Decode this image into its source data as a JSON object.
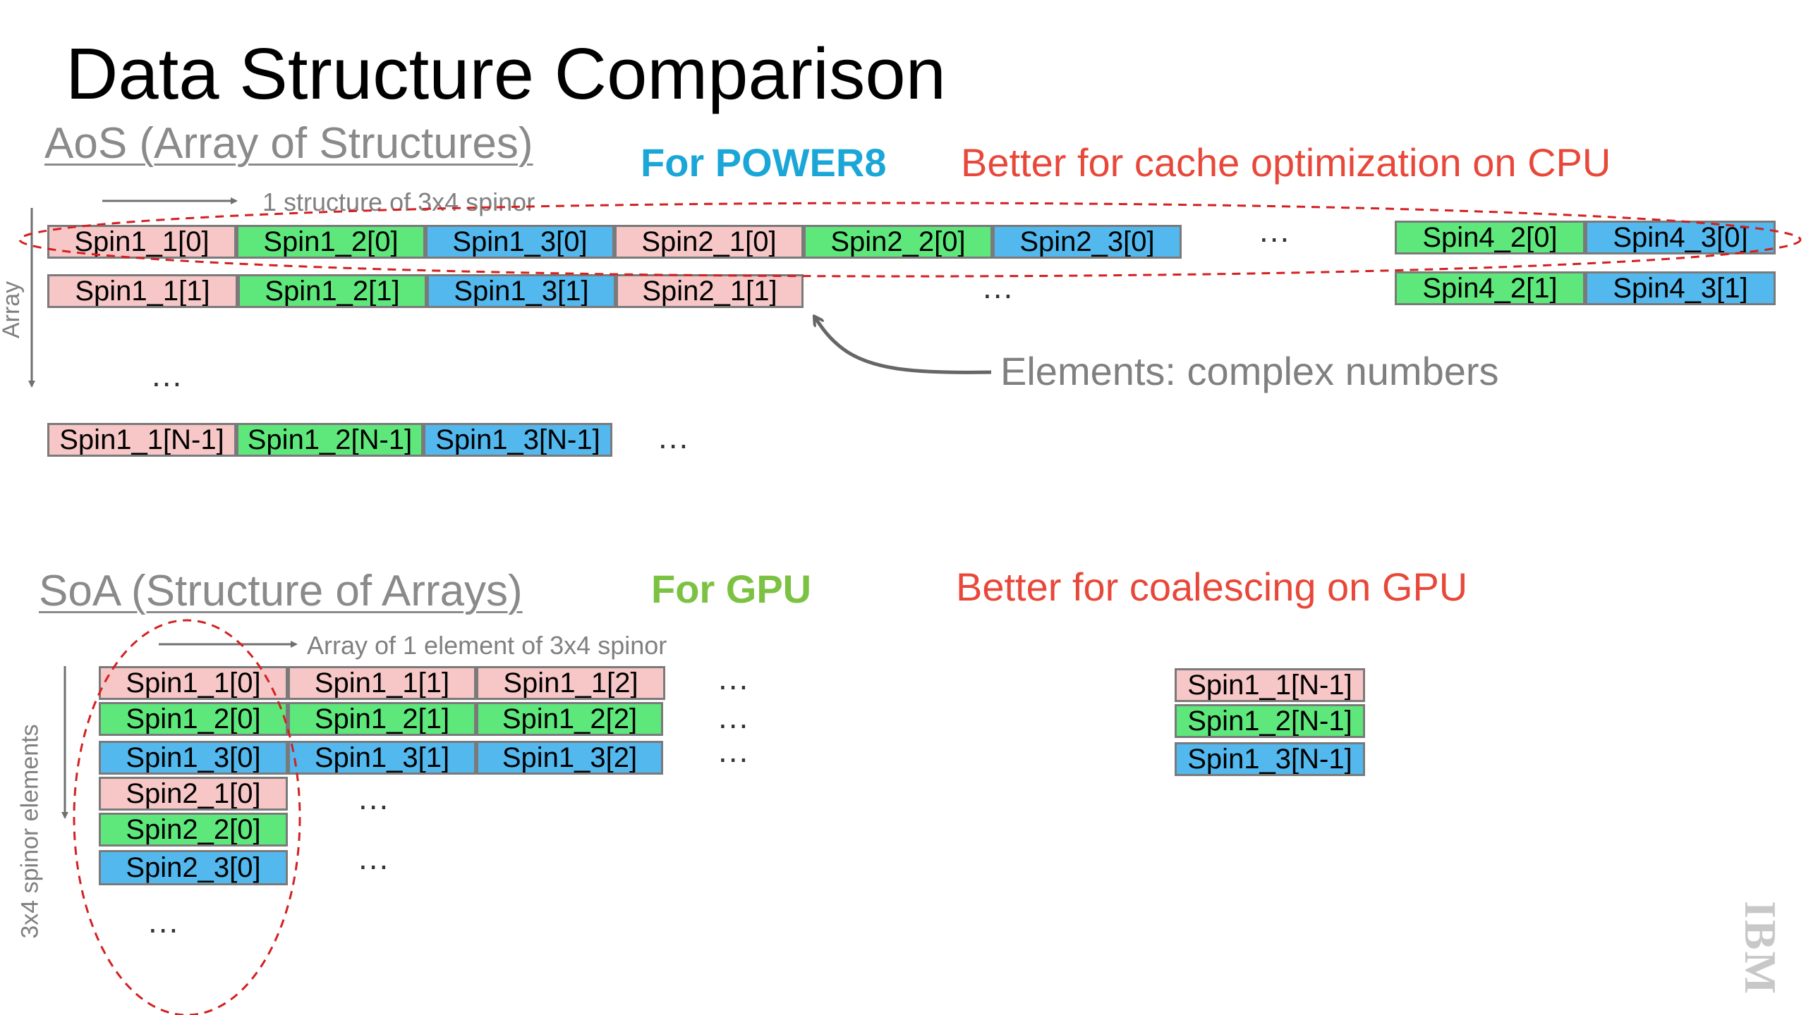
{
  "title": "Data Structure Comparison",
  "aos": {
    "heading": "AoS (Array of Structures)",
    "platform": "For POWER8",
    "platform_color": "#1aa7d8",
    "benefit": "Better for cache optimization on CPU",
    "struct_label": "1 structure of 3x4 spinor",
    "array_label": "Array",
    "callout": "Elements: complex numbers",
    "row0": [
      "Spin1_1[0]",
      "Spin1_2[0]",
      "Spin1_3[0]",
      "Spin2_1[0]",
      "Spin2_2[0]",
      "Spin2_3[0]"
    ],
    "row0_tail": [
      "Spin4_2[0]",
      "Spin4_3[0]"
    ],
    "row1": [
      "Spin1_1[1]",
      "Spin1_2[1]",
      "Spin1_3[1]",
      "Spin2_1[1]"
    ],
    "row1_tail": [
      "Spin4_2[1]",
      "Spin4_3[1]"
    ],
    "rowN": [
      "Spin1_1[N-1]",
      "Spin1_2[N-1]",
      "Spin1_3[N-1]"
    ],
    "ellipsis": "..."
  },
  "soa": {
    "heading": "SoA (Structure of Arrays)",
    "platform": "For GPU",
    "platform_color": "#7cc242",
    "benefit": "Better for coalescing on GPU",
    "array_label": "Array of 1 element of 3x4 spinor",
    "elements_label": "3x4 spinor elements",
    "row_spin1_1": [
      "Spin1_1[0]",
      "Spin1_1[1]",
      "Spin1_1[2]"
    ],
    "row_spin1_2": [
      "Spin1_2[0]",
      "Spin1_2[1]",
      "Spin1_2[2]"
    ],
    "row_spin1_3": [
      "Spin1_3[0]",
      "Spin1_3[1]",
      "Spin1_3[2]"
    ],
    "col_rest": [
      "Spin2_1[0]",
      "Spin2_2[0]",
      "Spin2_3[0]"
    ],
    "last_col": [
      "Spin1_1[N-1]",
      "Spin1_2[N-1]",
      "Spin1_3[N-1]"
    ],
    "ellipsis": "..."
  },
  "colors": {
    "pink": "#f7c6c6",
    "green": "#5ee87c",
    "blue": "#52b8ee",
    "note_red": "#e8483a",
    "dashed_red": "#d42020"
  },
  "logo": "IBM"
}
